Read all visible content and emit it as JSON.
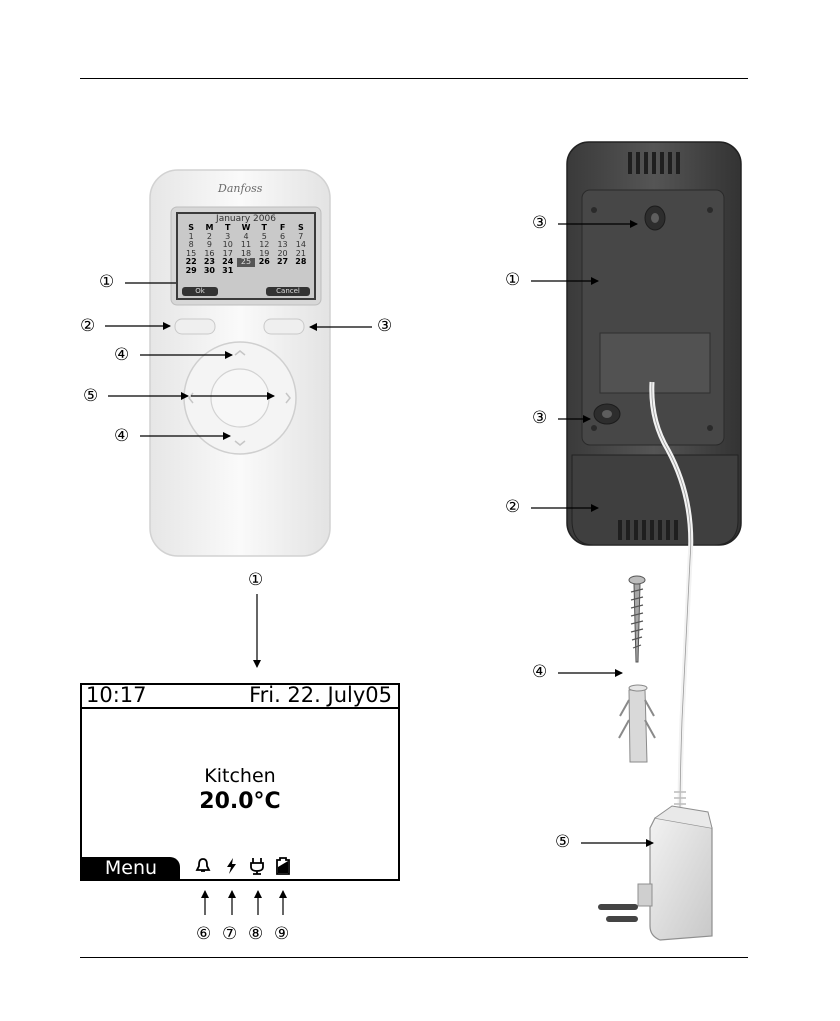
{
  "callouts": {
    "c1": "①",
    "c2": "②",
    "c3": "③",
    "c4": "④",
    "c5": "⑤",
    "c6": "⑥",
    "c7": "⑦",
    "c8": "⑧",
    "c9": "⑨"
  },
  "remote": {
    "brand": "Danfoss",
    "calendar": {
      "title": "January 2006",
      "weekdays": [
        "S",
        "M",
        "T",
        "W",
        "T",
        "F",
        "S"
      ],
      "rows": [
        [
          "1",
          "2",
          "3",
          "4",
          "5",
          "6",
          "7"
        ],
        [
          "8",
          "9",
          "10",
          "11",
          "12",
          "13",
          "14"
        ],
        [
          "15",
          "16",
          "17",
          "18",
          "19",
          "20",
          "21"
        ],
        [
          "22",
          "23",
          "24",
          "25",
          "26",
          "27",
          "28"
        ],
        [
          "29",
          "30",
          "31",
          "",
          "",
          "",
          "",
          ""
        ]
      ],
      "ok_label": "Ok",
      "cancel_label": "Cancel"
    }
  },
  "display": {
    "time": "10:17",
    "date": "Fri. 22. July05",
    "room": "Kitchen",
    "temperature": "20.0°C",
    "menu_label": "Menu",
    "icons": [
      "bell-icon",
      "lightning-icon",
      "plug-icon",
      "battery-icon"
    ]
  }
}
